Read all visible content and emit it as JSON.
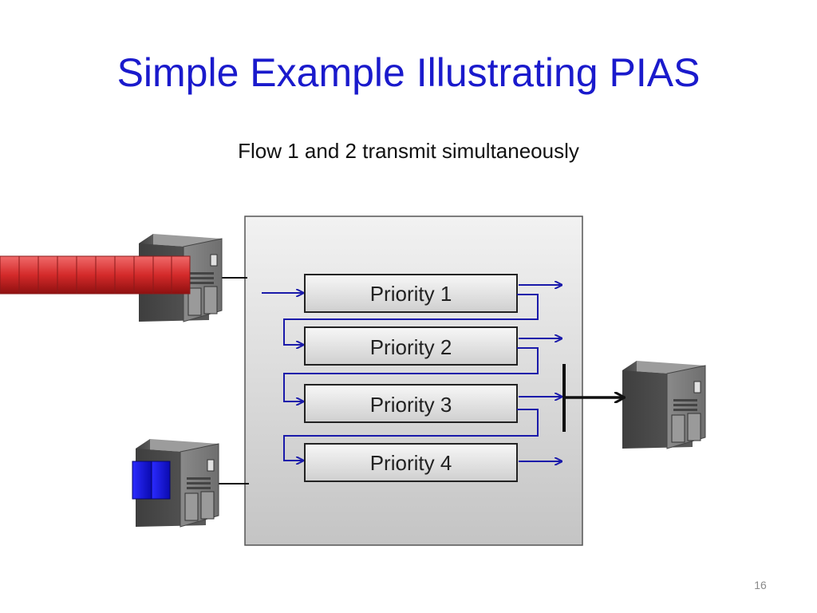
{
  "slide": {
    "title": "Simple Example Illustrating PIAS",
    "subtitle": "Flow 1 and 2 transmit simultaneously",
    "page_number": "16"
  },
  "diagram": {
    "queues": [
      {
        "label": "Priority 1"
      },
      {
        "label": "Priority 2"
      },
      {
        "label": "Priority 3"
      },
      {
        "label": "Priority 4"
      }
    ],
    "flow1_packet_count": 10,
    "flow2_packet_count": 2
  },
  "colors": {
    "title": "#1a1acc",
    "flow1_packet": "#d42a2a",
    "flow2_packet": "#1212d6",
    "queue_arrow": "#1a1aaa",
    "switch_fill": "#d6d6d6"
  },
  "icons": [
    "server-icon",
    "arrow-icon"
  ]
}
